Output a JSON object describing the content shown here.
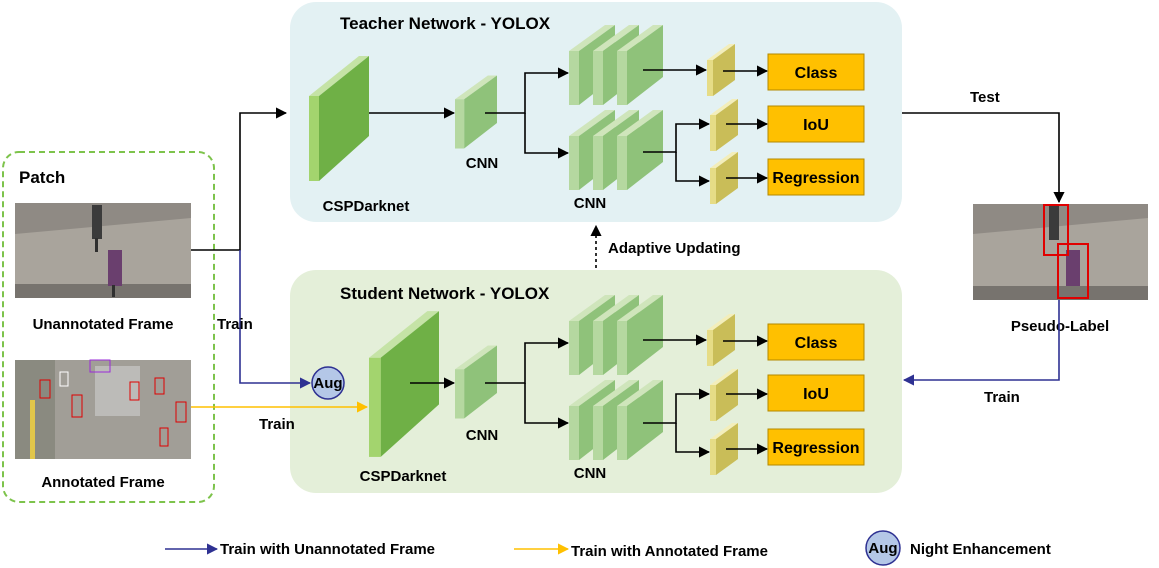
{
  "teacher": {
    "title": "Teacher Network - YOLOX",
    "backbone": "CSPDarknet",
    "neck": "CNN",
    "branch": "CNN"
  },
  "student": {
    "title": "Student Network - YOLOX",
    "backbone": "CSPDarknet",
    "neck": "CNN",
    "branch": "CNN",
    "aug": "Aug"
  },
  "heads": {
    "class": "Class",
    "iou": "IoU",
    "regression": "Regression"
  },
  "patch": {
    "title": "Patch",
    "unannotated": "Unannotated Frame",
    "annotated": "Annotated Frame"
  },
  "edges": {
    "test": "Test",
    "train_left": "Train",
    "train_yellow": "Train",
    "train_right": "Train",
    "adaptive": "Adaptive Updating"
  },
  "pseudo_label": "Pseudo-Label",
  "legend": {
    "unannotated": "Train with Unannotated Frame",
    "annotated": "Train with Annotated Frame",
    "aug": "Aug",
    "night": "Night Enhancement"
  },
  "colors": {
    "teacher_bg": "#e3f1f3",
    "student_bg": "#e4efd9",
    "head_fill": "#ffc000",
    "blue_arrow": "#2e3192",
    "yellow_arrow": "#ffc000",
    "patch_border": "#7dc34b",
    "detection_box": "#e00000"
  }
}
